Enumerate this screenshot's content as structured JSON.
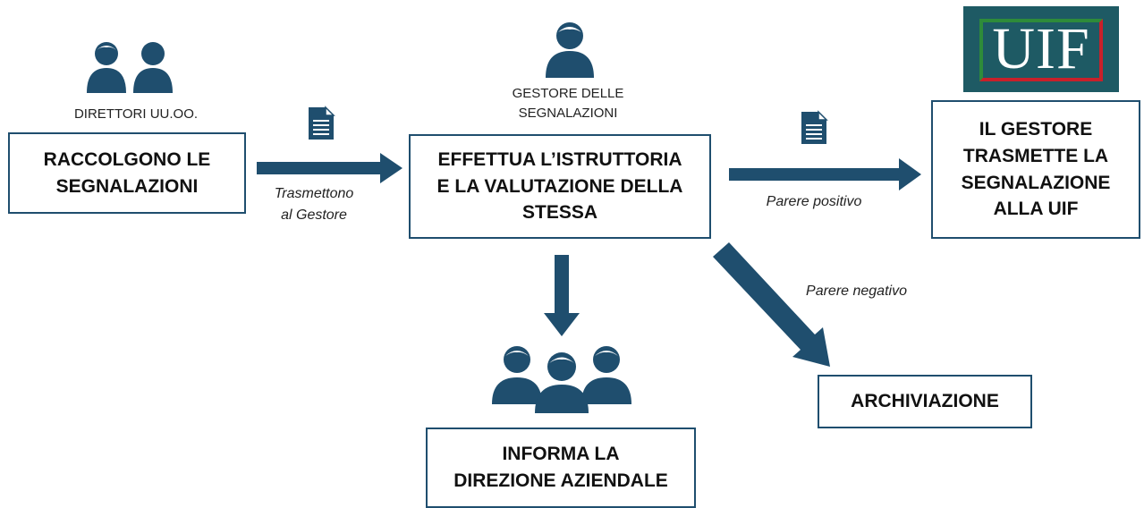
{
  "colors": {
    "arrow": "#1f4e6e",
    "icon": "#1f4e6e",
    "box_border": "#1f4e6e",
    "logo_bg": "#1e5a64"
  },
  "icons": [
    "two-users-icon",
    "single-user-icon",
    "document-icon",
    "group-users-icon"
  ],
  "nodes": {
    "direttori_caption": "DIRETTORI UU.OO.",
    "raccolgono": "RACCOLGONO LE\nSEGNALAZIONI",
    "gestore_caption": "GESTORE DELLE\nSEGNALAZIONI",
    "istruttoria": "EFFETTUA L’ISTRUTTORIA\nE LA VALUTAZIONE DELLA\nSTESSA",
    "trasmette": "IL GESTORE\nTRASMETTE LA\nSEGNALAZIONE\nALLA UIF",
    "archiviazione": "ARCHIVIAZIONE",
    "informa": "INFORMA LA\nDIREZIONE AZIENDALE"
  },
  "edges": {
    "trasmettono": "Trasmettono\nal Gestore",
    "positivo": "Parere positivo",
    "negativo": "Parere negativo"
  },
  "logo": {
    "text": "UIF"
  }
}
